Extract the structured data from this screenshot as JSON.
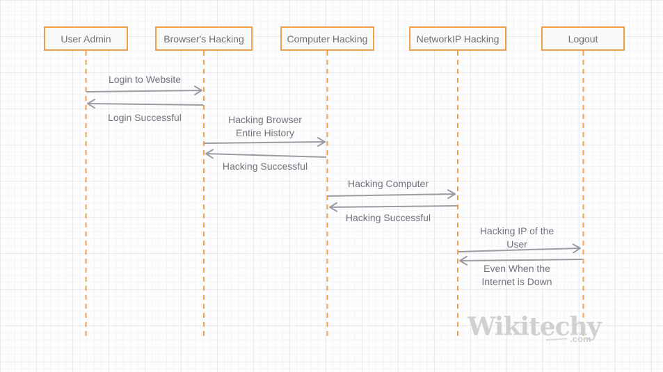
{
  "diagram_type": "uml-sequence-diagram",
  "actors": [
    {
      "id": "user-admin",
      "label": "User Admin"
    },
    {
      "id": "browsers-hacking",
      "label": "Browser's Hacking"
    },
    {
      "id": "computer-hacking",
      "label": "Computer Hacking"
    },
    {
      "id": "networkip-hacking",
      "label": "NetworkIP Hacking"
    },
    {
      "id": "logout",
      "label": "Logout"
    }
  ],
  "messages": [
    {
      "label": "Login to Website",
      "from": "User Admin",
      "to": "Browser's Hacking",
      "direction": "right"
    },
    {
      "label": "Login Successful",
      "from": "Browser's Hacking",
      "to": "User Admin",
      "direction": "left"
    },
    {
      "label": "Hacking Browser\nEntire History",
      "from": "Browser's Hacking",
      "to": "Computer Hacking",
      "direction": "right"
    },
    {
      "label": "Hacking Successful",
      "from": "Computer Hacking",
      "to": "Browser's Hacking",
      "direction": "left"
    },
    {
      "label": "Hacking Computer",
      "from": "Computer Hacking",
      "to": "NetworkIP Hacking",
      "direction": "right"
    },
    {
      "label": "Hacking Successful",
      "from": "NetworkIP Hacking",
      "to": "Computer Hacking",
      "direction": "left"
    },
    {
      "label": "Hacking IP of the\nUser",
      "from": "NetworkIP Hacking",
      "to": "Logout",
      "direction": "right"
    },
    {
      "label": "Even When the\nInternet is Down",
      "from": "Logout",
      "to": "NetworkIP Hacking",
      "direction": "left"
    }
  ],
  "watermark": {
    "brand": "Wikitechy",
    "suffix": ".com"
  },
  "colors": {
    "accent_orange": "#EFA04B",
    "lifeline_orange": "#F0A14C",
    "arrow_gray": "#9A9CA1",
    "label_gray": "#73737C",
    "actor_fill": "#F9F9F7",
    "watermark_gray": "#D0D0D0",
    "grid_major": "#E9EBF0",
    "grid_minor": "#F3F4F8"
  }
}
